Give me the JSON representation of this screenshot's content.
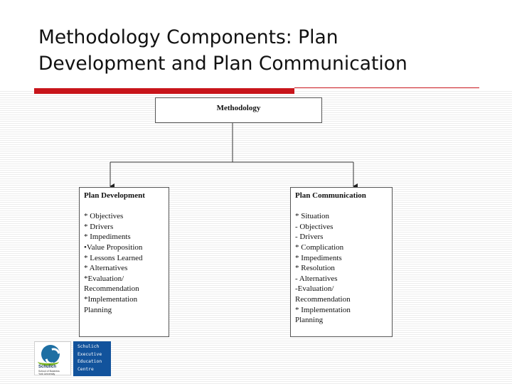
{
  "slide": {
    "title_lines": [
      "Methodology Components:  Plan",
      "Development and Plan Communication"
    ],
    "accent_color": "#c8151b"
  },
  "diagram": {
    "root": {
      "label": "Methodology"
    },
    "children": [
      {
        "title": "Plan Development",
        "items": [
          "* Objectives",
          "* Drivers",
          "* Impediments",
          "•Value Proposition",
          "* Lessons Learned",
          "* Alternatives",
          "*Evaluation/",
          "Recommendation",
          "*Implementation",
          "Planning"
        ]
      },
      {
        "title": "Plan Communication",
        "items": [
          "* Situation",
          "- Objectives",
          "- Drivers",
          "* Complication",
          "* Impediments",
          "* Resolution",
          "- Alternatives",
          "-Evaluation/",
          "Recommendation",
          "* Implementation",
          "Planning"
        ]
      }
    ]
  },
  "footer": {
    "logo": {
      "icon": "schulich-logo-icon",
      "name": "Schulich",
      "subtitle_lines": [
        "School of Business",
        "York University"
      ]
    },
    "badge_lines": [
      "Schulich",
      "Executive",
      "Education",
      "Centre"
    ],
    "badge_color": "#12539c"
  }
}
